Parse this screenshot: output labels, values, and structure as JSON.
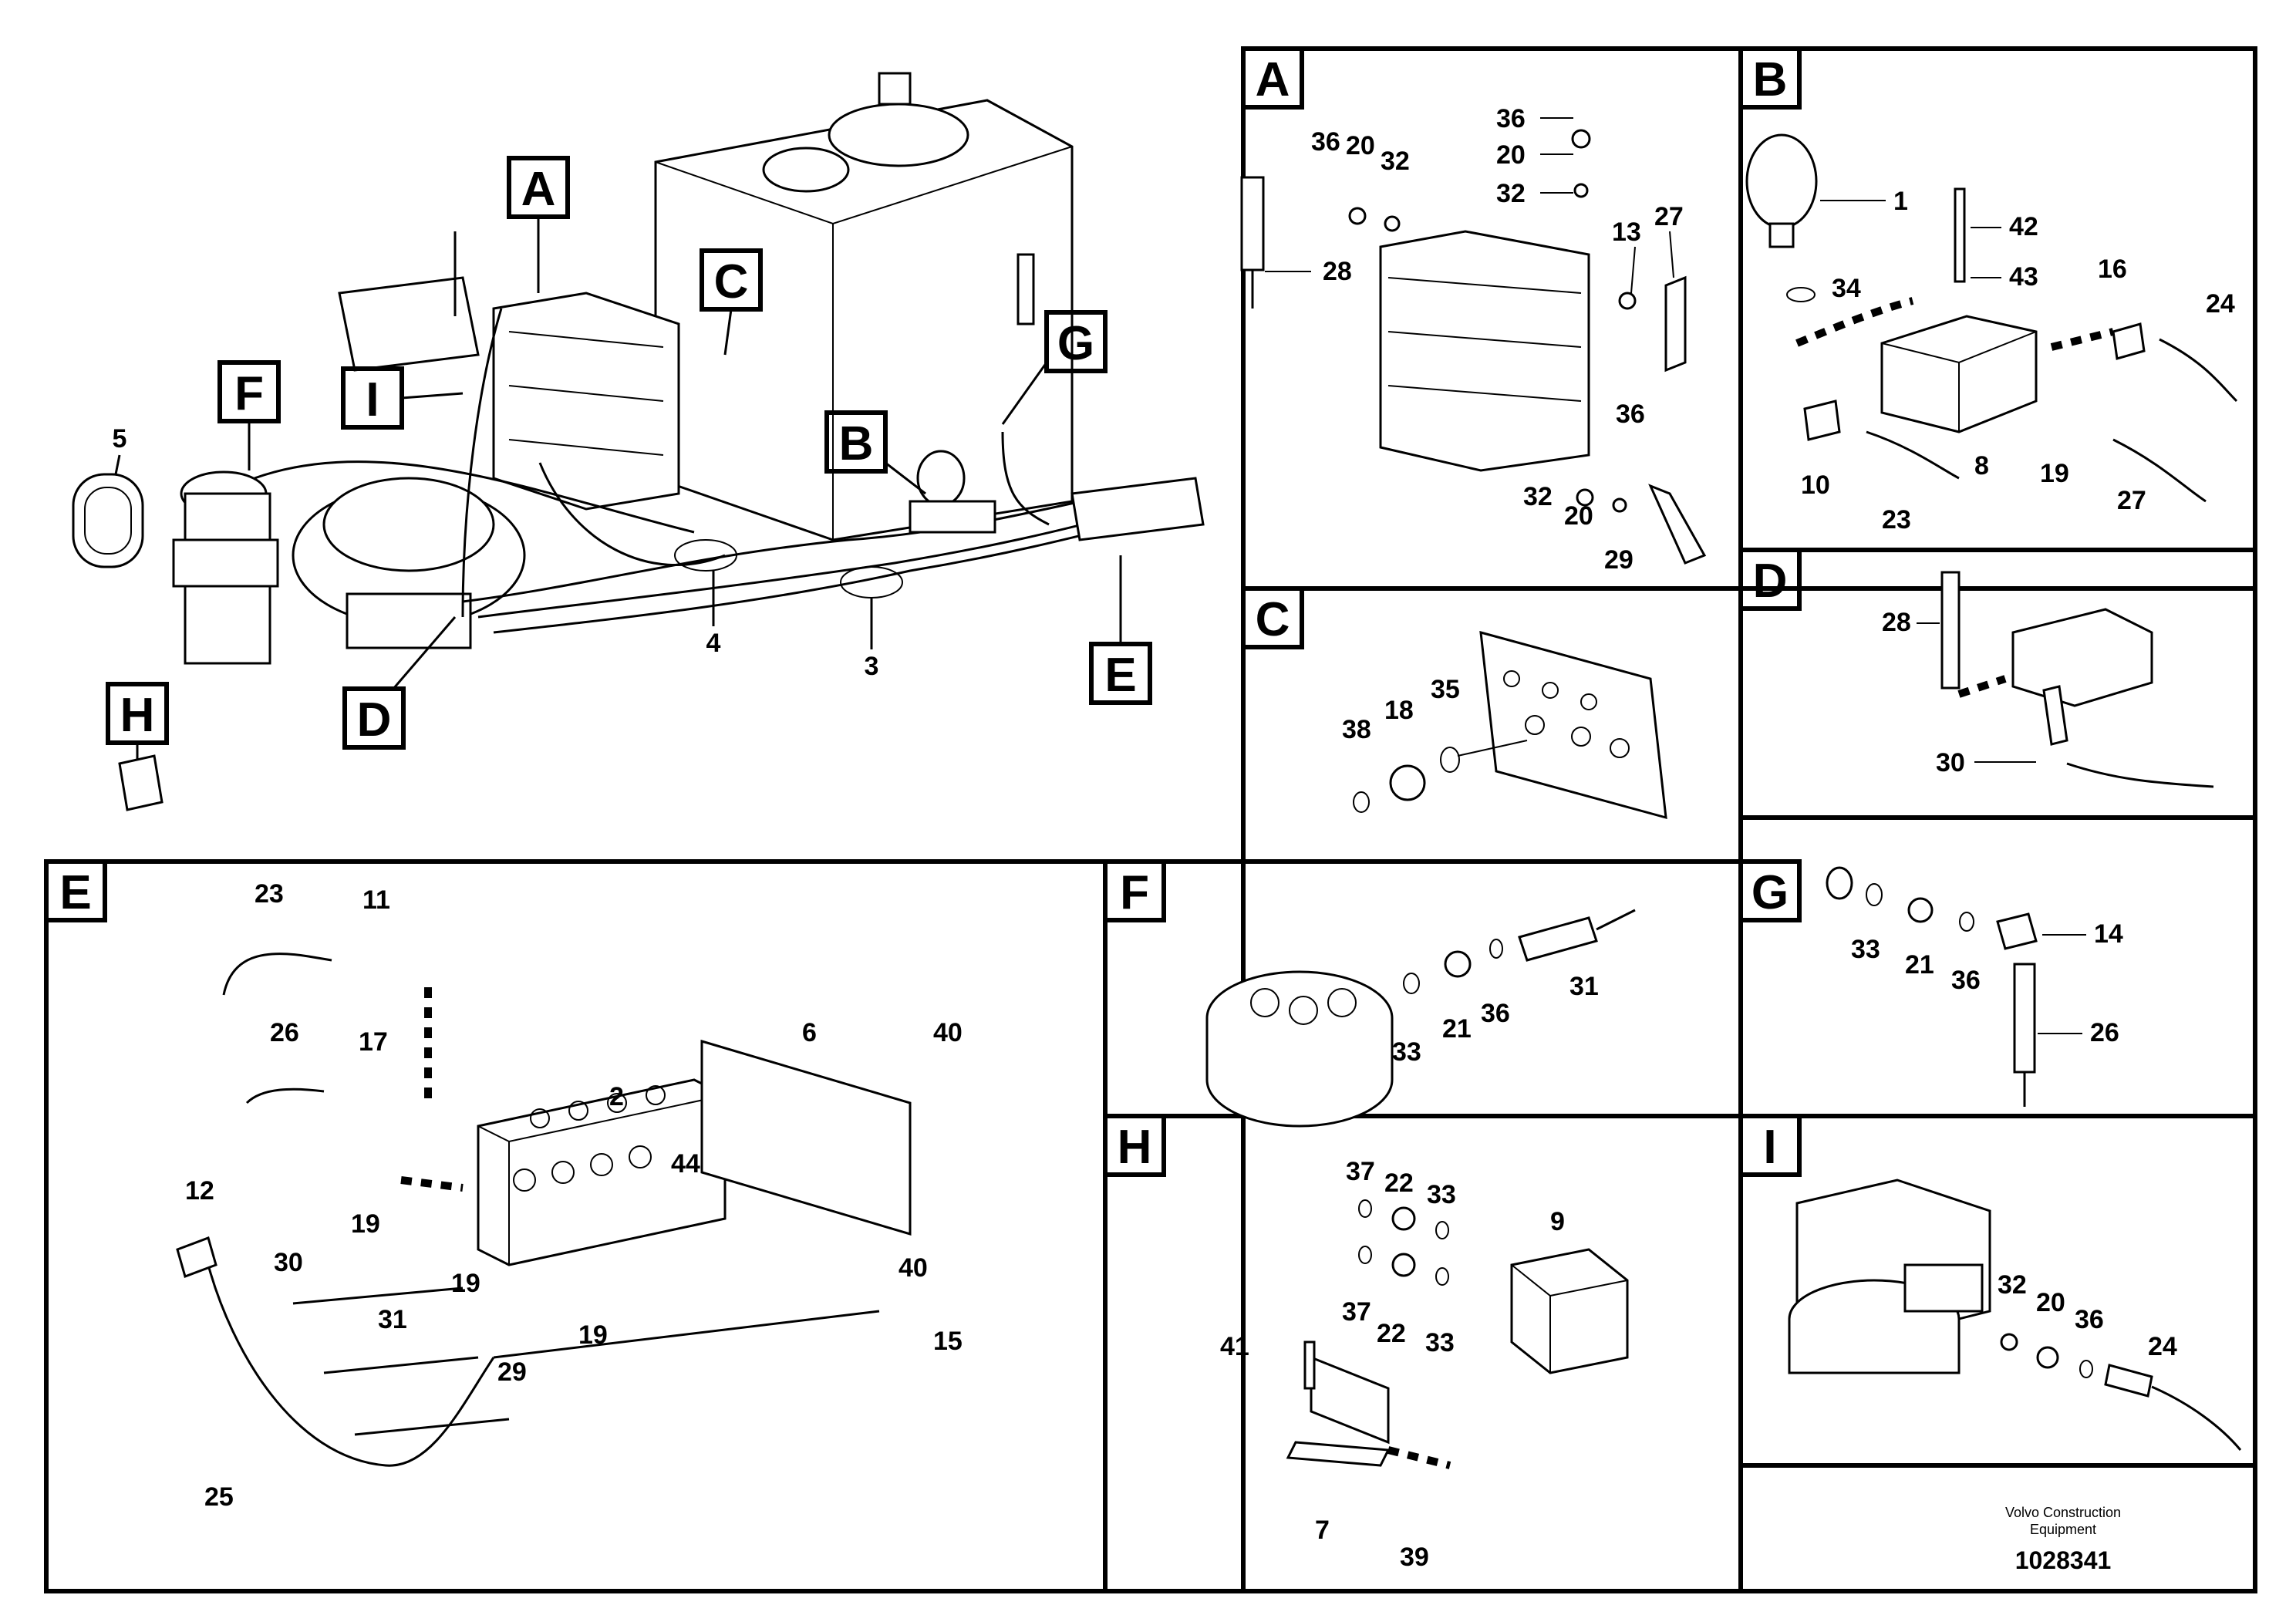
{
  "overview": {
    "tags": [
      "A",
      "B",
      "C",
      "D",
      "E",
      "F",
      "G",
      "H",
      "I"
    ],
    "numbers": [
      "5",
      "4",
      "3"
    ]
  },
  "panels": {
    "A": {
      "title": "A",
      "numbers": [
        "36",
        "20",
        "32",
        "36",
        "20",
        "32",
        "28",
        "13",
        "27",
        "36",
        "32",
        "20",
        "29"
      ]
    },
    "B": {
      "title": "B",
      "numbers": [
        "1",
        "42",
        "43",
        "34",
        "16",
        "24",
        "10",
        "23",
        "8",
        "19",
        "27"
      ]
    },
    "C": {
      "title": "C",
      "numbers": [
        "38",
        "18",
        "35"
      ]
    },
    "D": {
      "title": "D",
      "numbers": [
        "28",
        "30"
      ]
    },
    "E": {
      "title": "E",
      "numbers": [
        "23",
        "11",
        "26",
        "17",
        "6",
        "40",
        "2",
        "44",
        "12",
        "19",
        "30",
        "40",
        "19",
        "31",
        "15",
        "19",
        "29",
        "25"
      ]
    },
    "F": {
      "title": "F",
      "numbers": [
        "33",
        "21",
        "36",
        "31"
      ]
    },
    "G": {
      "title": "G",
      "numbers": [
        "33",
        "21",
        "36",
        "14",
        "26"
      ]
    },
    "H": {
      "title": "H",
      "numbers": [
        "37",
        "22",
        "33",
        "9",
        "37",
        "22",
        "33",
        "41",
        "7",
        "39"
      ]
    },
    "I": {
      "title": "I",
      "numbers": [
        "32",
        "20",
        "36",
        "24"
      ]
    }
  },
  "footer": {
    "credit": "Volvo Construction Equipment",
    "doc_number": "1028341"
  }
}
